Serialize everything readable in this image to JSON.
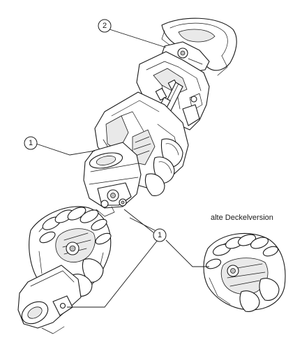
{
  "callouts": {
    "c2": "2",
    "c1_left": "1",
    "c1_bottom": "1"
  },
  "note": "alte Deckelversion"
}
